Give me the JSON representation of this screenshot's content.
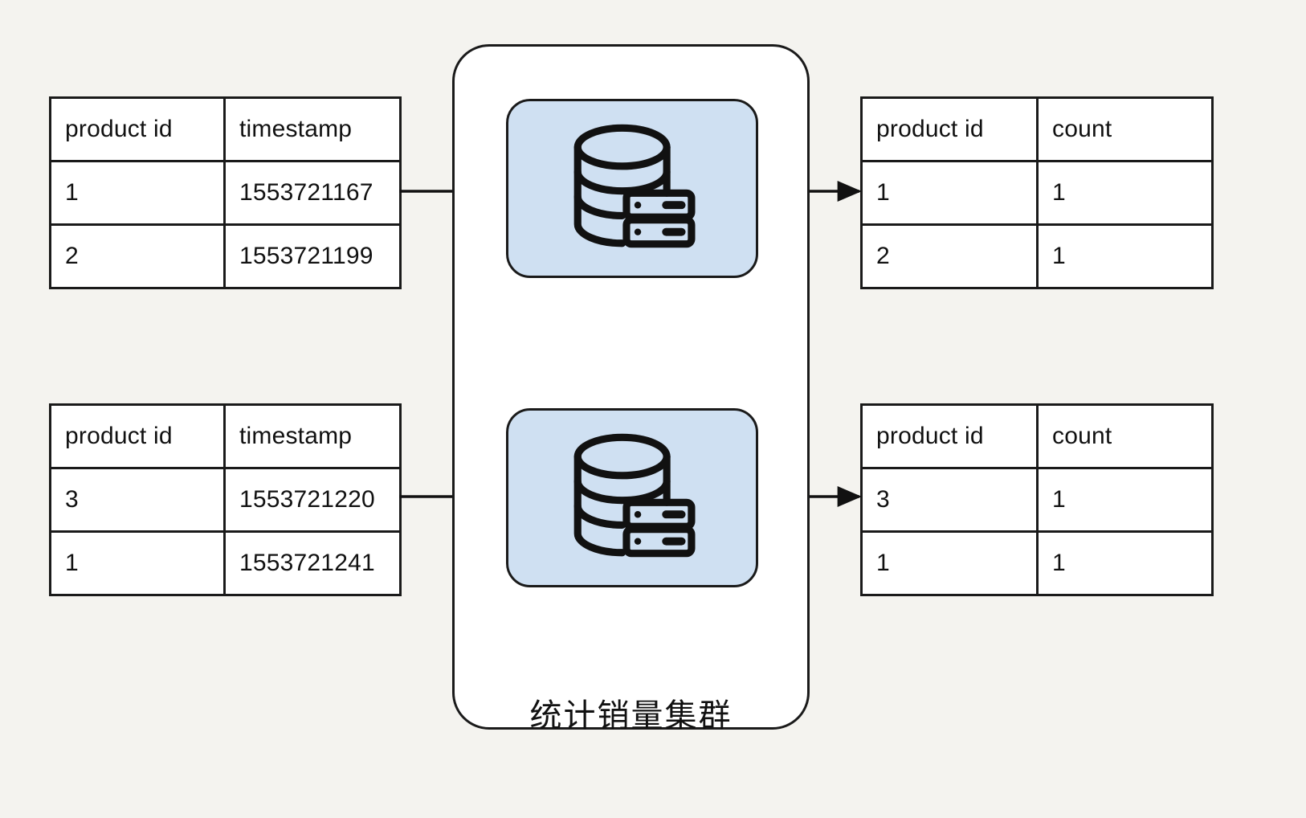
{
  "diagram": {
    "background_color": "#f4f3ef",
    "line_color": "#1a1a1a",
    "panel_color": "#cfe0f2"
  },
  "cluster": {
    "label": "统计销量集群",
    "nodes": [
      {
        "icon": "database-server-icon"
      },
      {
        "icon": "database-server-icon"
      }
    ]
  },
  "input_tables": [
    {
      "headers": [
        "product id",
        "timestamp"
      ],
      "rows": [
        [
          "1",
          "1553721167"
        ],
        [
          "2",
          "1553721199"
        ]
      ]
    },
    {
      "headers": [
        "product id",
        "timestamp"
      ],
      "rows": [
        [
          "3",
          "1553721220"
        ],
        [
          "1",
          "1553721241"
        ]
      ]
    }
  ],
  "output_tables": [
    {
      "headers": [
        "product id",
        "count"
      ],
      "rows": [
        [
          "1",
          "1"
        ],
        [
          "2",
          "1"
        ]
      ]
    },
    {
      "headers": [
        "product id",
        "count"
      ],
      "rows": [
        [
          "3",
          "1"
        ],
        [
          "1",
          "1"
        ]
      ]
    }
  ],
  "arrows": [
    {
      "name": "input-top-to-node-top"
    },
    {
      "name": "input-bottom-to-node-bottom"
    },
    {
      "name": "node-top-to-output-top"
    },
    {
      "name": "node-bottom-to-output-bottom"
    }
  ]
}
